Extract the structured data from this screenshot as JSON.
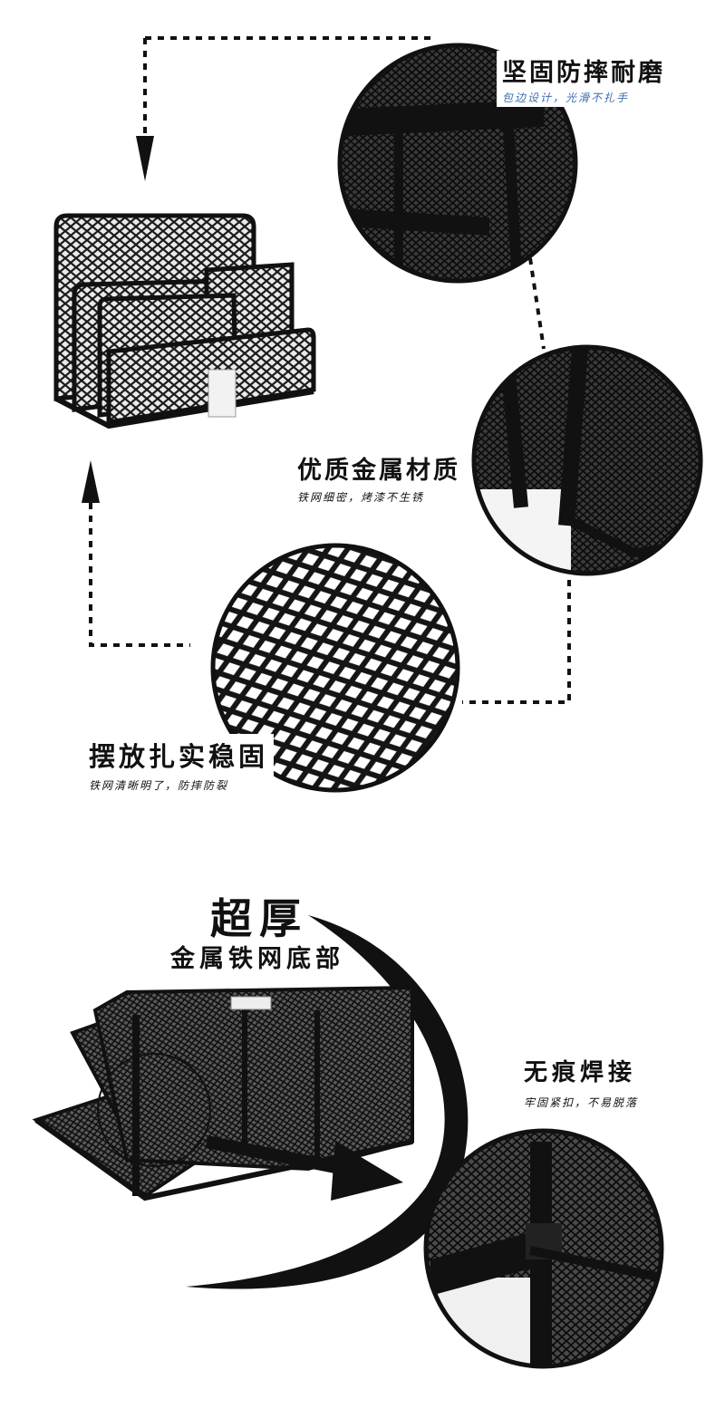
{
  "features": [
    {
      "title": "坚固防摔耐磨",
      "subtitle": "包边设计，光滑不扎手"
    },
    {
      "title": "优质金属材质",
      "subtitle": "铁网细密，烤漆不生锈"
    },
    {
      "title": "摆放扎实稳固",
      "subtitle": "铁网清晰明了，防摔防裂"
    }
  ],
  "thick_base": {
    "big": "超厚",
    "line": "金属铁网底部"
  },
  "weld": {
    "title": "无痕焊接",
    "subtitle": "牢固紧扣，不易脱落"
  },
  "colors": {
    "accent": "#111111",
    "mesh": "#1a1a1a",
    "subtitle_blue": "#3a6fb0"
  },
  "icons": [
    "arrow-down-icon",
    "arrow-up-icon",
    "arrow-right-icon"
  ]
}
